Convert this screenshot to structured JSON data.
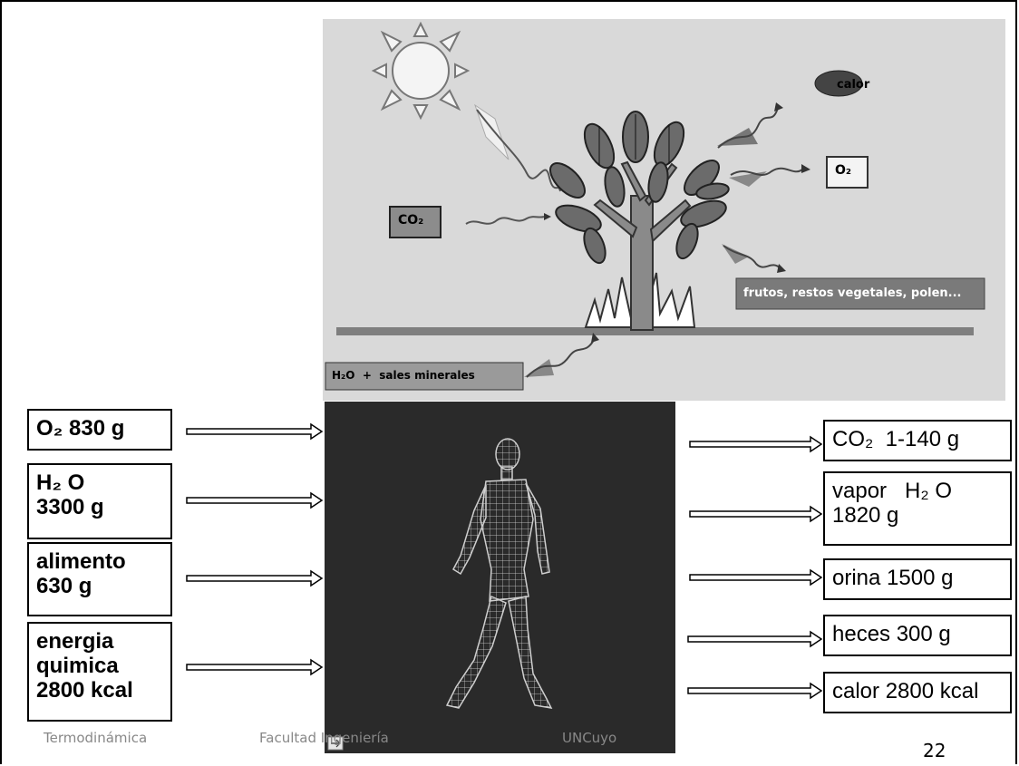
{
  "photosynthesis_scene": {
    "co2_label": "CO₂",
    "o2_label": "O₂",
    "heat_label": "calor",
    "fruits_label": "frutos, restos vegetales, polen...",
    "water_label": "H₂O  +  sales minerales"
  },
  "inputs": [
    {
      "lines": [
        "O₂ 830 g"
      ]
    },
    {
      "lines": [
        "H₂ O",
        "3300 g"
      ]
    },
    {
      "lines": [
        "alimento",
        "630 g"
      ]
    },
    {
      "lines": [
        "energia",
        "quimica",
        "2800 kcal"
      ]
    }
  ],
  "outputs": [
    {
      "lines": [
        "CO₂  1-140 g"
      ]
    },
    {
      "lines": [
        "vapor   H₂ O",
        "1820 g"
      ]
    },
    {
      "lines": [
        "orina 1500 g"
      ]
    },
    {
      "lines": [
        "heces 300 g"
      ]
    },
    {
      "lines": [
        "calor 2800 kcal"
      ]
    }
  ],
  "footer": {
    "left": "Termodinámica",
    "center": "Facultad Ingeniería",
    "right": "UNCuyo",
    "page_number": "22"
  }
}
